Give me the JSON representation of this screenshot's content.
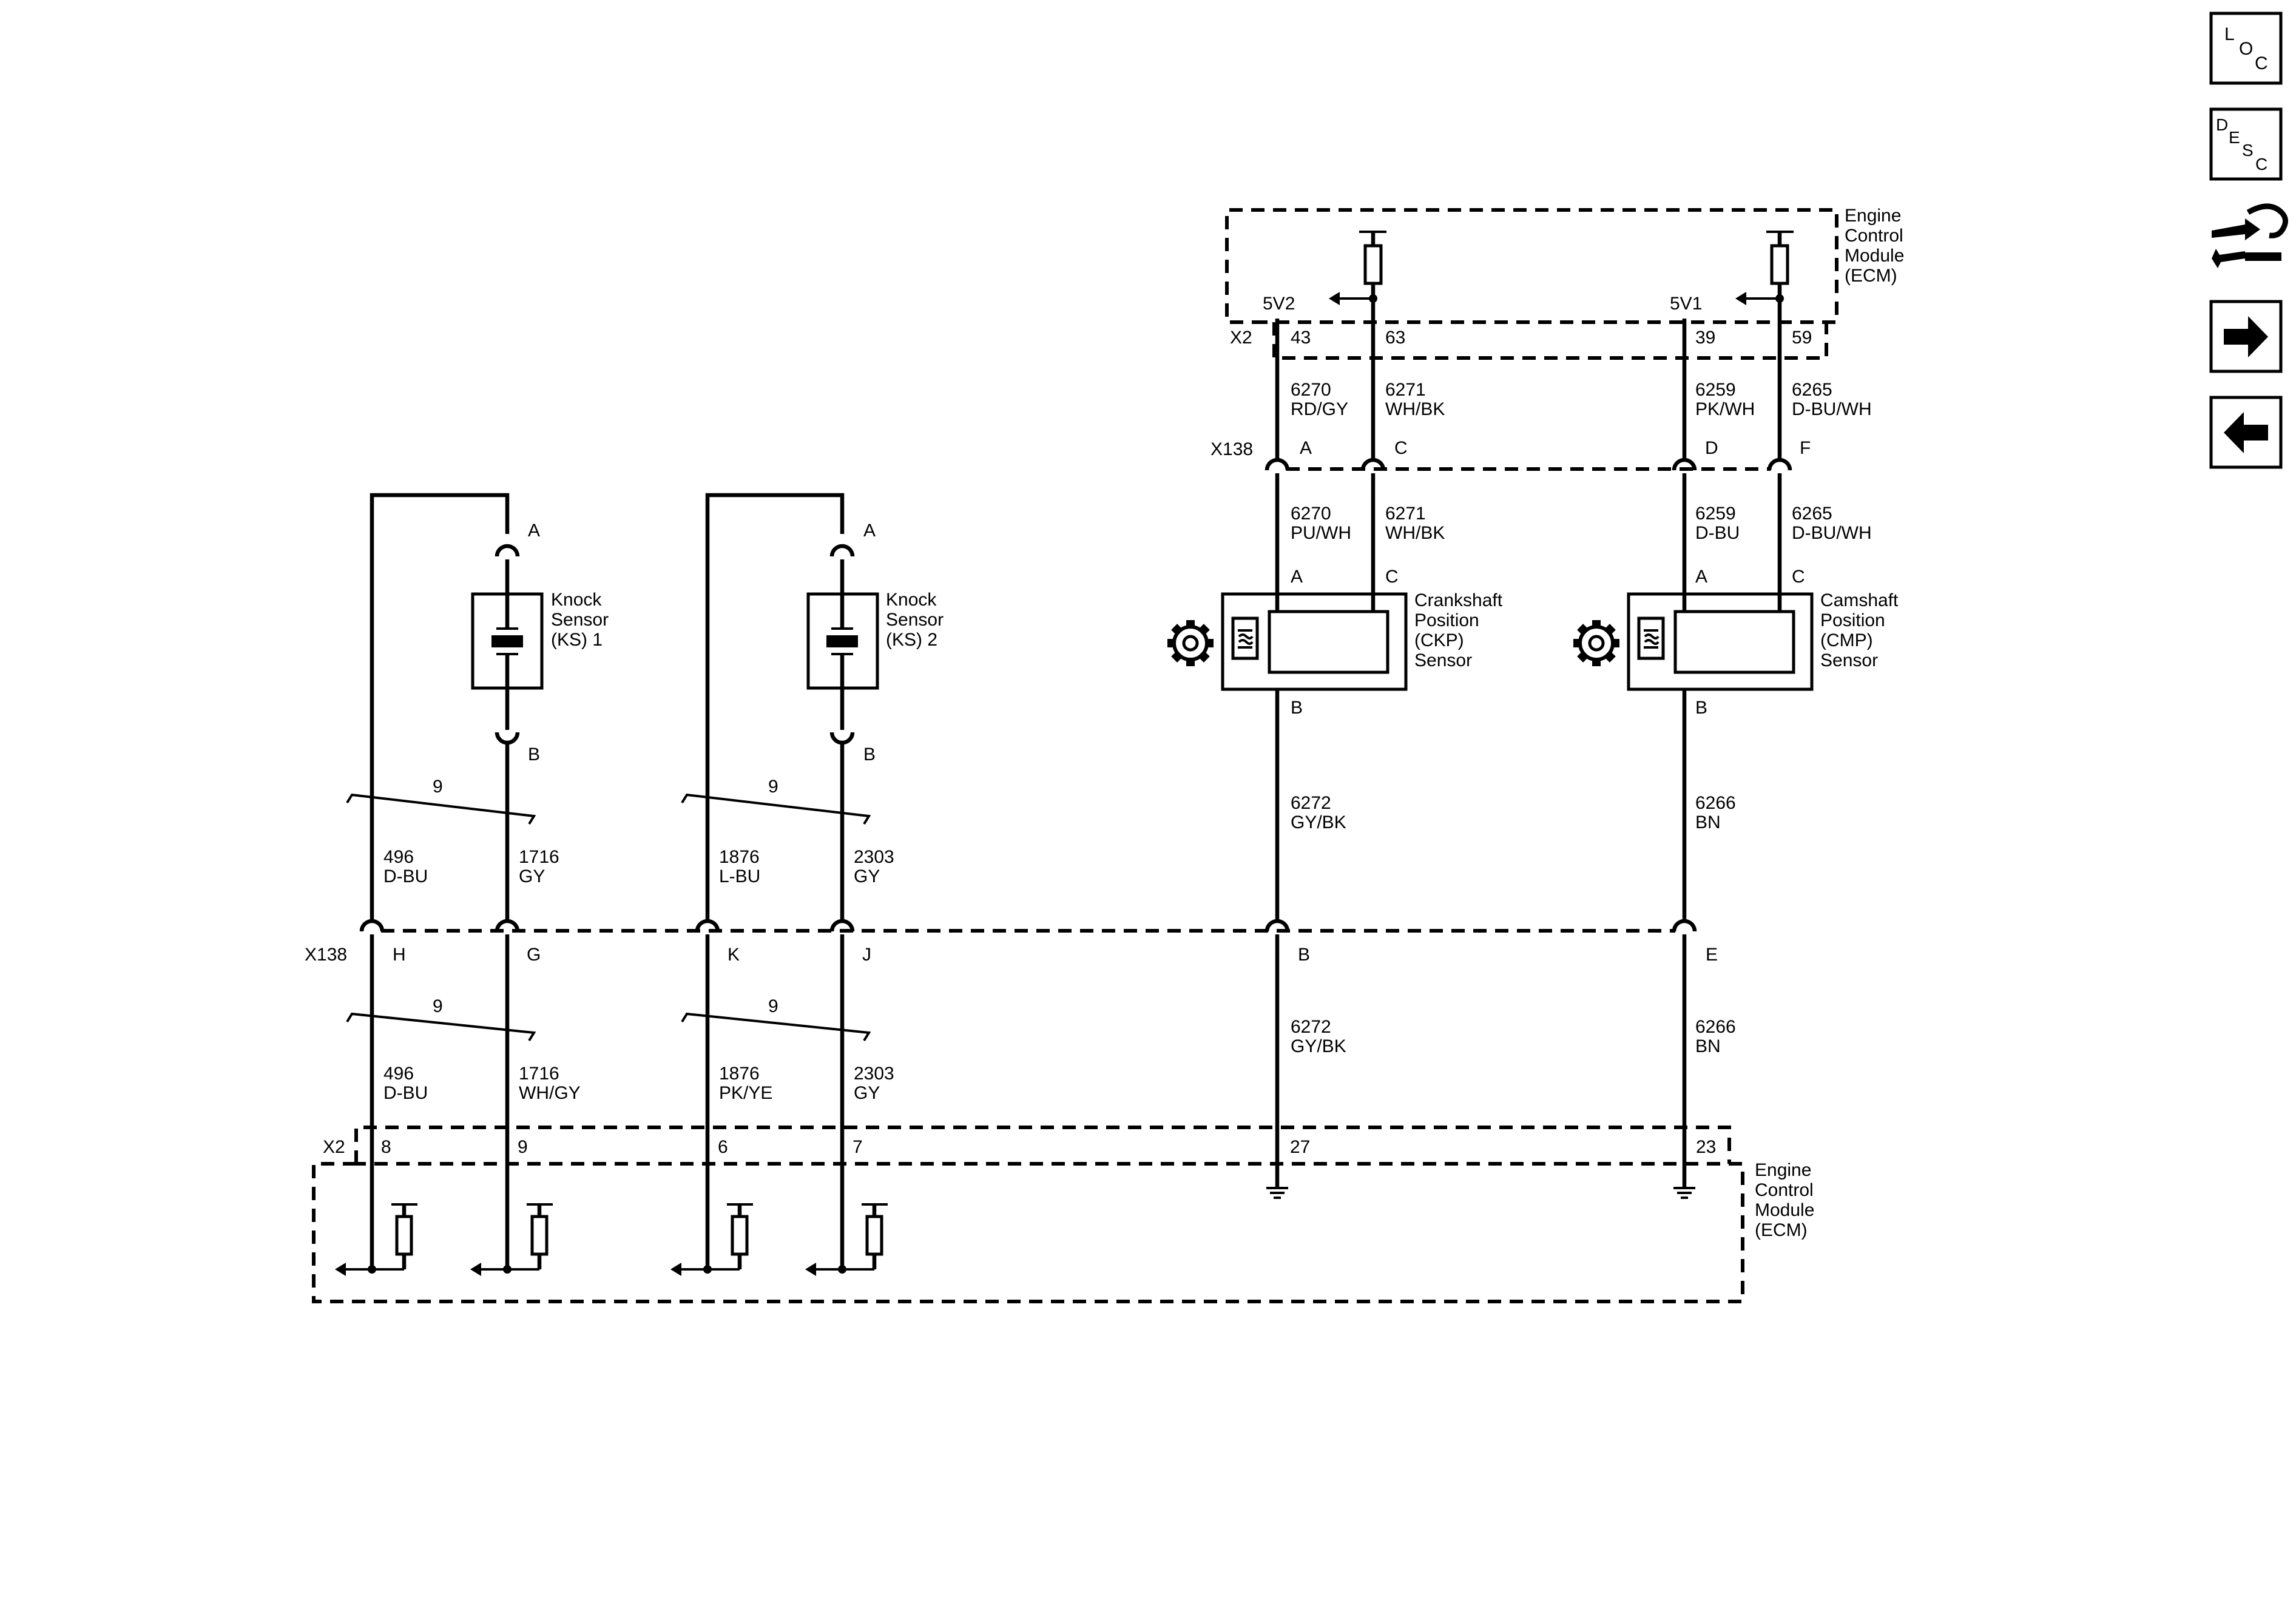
{
  "ecm": {
    "line1": "Engine",
    "line2": "Control",
    "line3": "Module",
    "line4": "(ECM)"
  },
  "connectors": {
    "x2": "X2",
    "x138": "X138"
  },
  "supplies": {
    "v2": "5V2",
    "v1": "5V1"
  },
  "ecm_pins_top": [
    "43",
    "63",
    "39",
    "59"
  ],
  "ecm_pins_bottom": [
    "8",
    "9",
    "6",
    "7",
    "27",
    "23"
  ],
  "x138_pins_top": [
    "A",
    "C",
    "D",
    "F"
  ],
  "x138_pins_mid": [
    "H",
    "G",
    "K",
    "J",
    "B",
    "E"
  ],
  "knock_sensor_1": {
    "line1": "Knock",
    "line2": "Sensor",
    "line3": "(KS) 1",
    "pin_a": "A",
    "pin_b": "B"
  },
  "knock_sensor_2": {
    "line1": "Knock",
    "line2": "Sensor",
    "line3": "(KS) 2",
    "pin_a": "A",
    "pin_b": "B"
  },
  "ckp_sensor": {
    "line1": "Crankshaft",
    "line2": "Position",
    "line3": "(CKP)",
    "line4": "Sensor",
    "pin_a": "A",
    "pin_c": "C",
    "pin_b": "B"
  },
  "cmp_sensor": {
    "line1": "Camshaft",
    "line2": "Position",
    "line3": "(CMP)",
    "line4": "Sensor",
    "pin_a": "A",
    "pin_c": "C",
    "pin_b": "B"
  },
  "twist_count": "9",
  "wires": {
    "ckp_a_upper": {
      "circuit": "6270",
      "color": "RD/GY"
    },
    "ckp_c_upper": {
      "circuit": "6271",
      "color": "WH/BK"
    },
    "cmp_a_upper": {
      "circuit": "6259",
      "color": "PK/WH"
    },
    "cmp_c_upper": {
      "circuit": "6265",
      "color": "D-BU/WH"
    },
    "ckp_a_lower": {
      "circuit": "6270",
      "color": "PU/WH"
    },
    "ckp_c_lower": {
      "circuit": "6271",
      "color": "WH/BK"
    },
    "cmp_a_lower": {
      "circuit": "6259",
      "color": "D-BU"
    },
    "cmp_c_lower": {
      "circuit": "6265",
      "color": "D-BU/WH"
    },
    "ckp_b_upper": {
      "circuit": "6272",
      "color": "GY/BK"
    },
    "cmp_b_upper": {
      "circuit": "6266",
      "color": "BN"
    },
    "ckp_b_lower": {
      "circuit": "6272",
      "color": "GY/BK"
    },
    "cmp_b_lower": {
      "circuit": "6266",
      "color": "BN"
    },
    "ks1_h_upper": {
      "circuit": "496",
      "color": "D-BU"
    },
    "ks1_g_upper": {
      "circuit": "1716",
      "color": "GY"
    },
    "ks2_k_upper": {
      "circuit": "1876",
      "color": "L-BU"
    },
    "ks2_j_upper": {
      "circuit": "2303",
      "color": "GY"
    },
    "ks1_h_lower": {
      "circuit": "496",
      "color": "D-BU"
    },
    "ks1_g_lower": {
      "circuit": "1716",
      "color": "WH/GY"
    },
    "ks2_k_lower": {
      "circuit": "1876",
      "color": "PK/YE"
    },
    "ks2_j_lower": {
      "circuit": "2303",
      "color": "GY"
    }
  },
  "nav": {
    "loc_button": {
      "l1": "L",
      "l2": "O",
      "l3": "C"
    },
    "desc_button": {
      "l1": "D",
      "l2": "E",
      "l3": "S",
      "l4": "C"
    },
    "icons": [
      "connector-repair-icon",
      "next-arrow-icon",
      "previous-arrow-icon"
    ]
  }
}
